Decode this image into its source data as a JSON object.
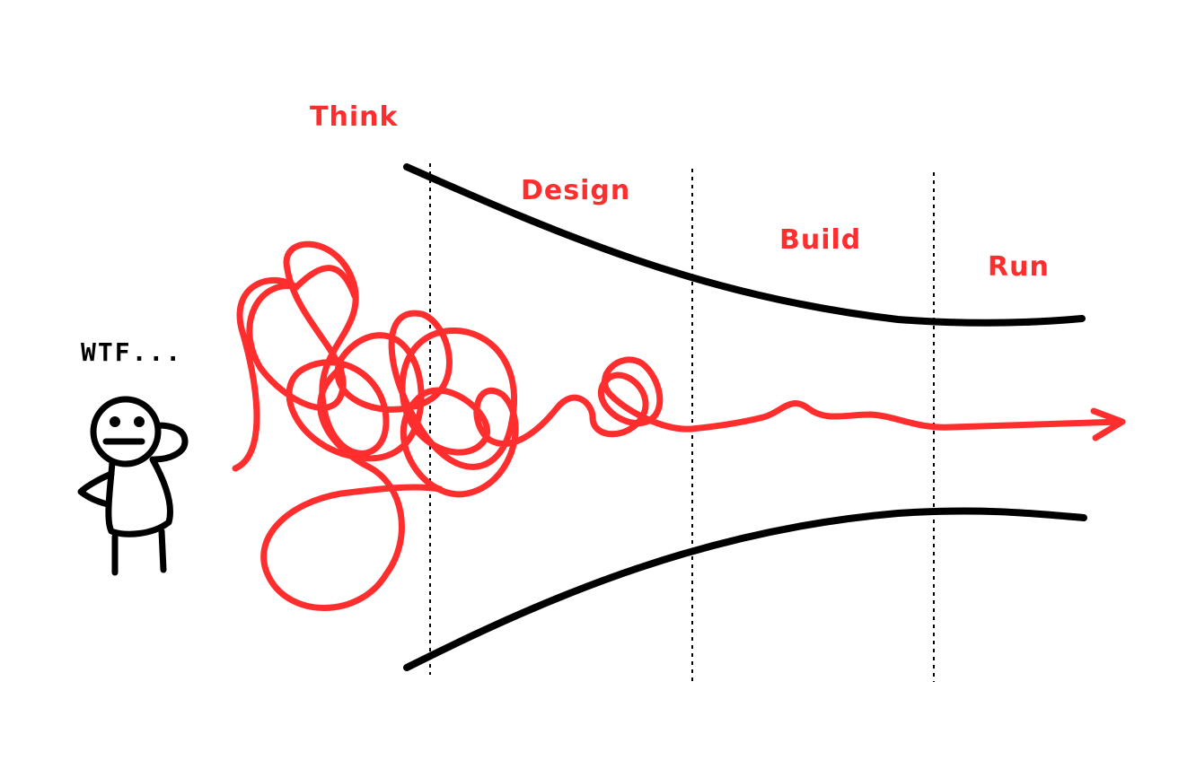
{
  "diagram": {
    "phases": [
      {
        "id": "think",
        "label": "Think"
      },
      {
        "id": "design",
        "label": "Design"
      },
      {
        "id": "build",
        "label": "Build"
      },
      {
        "id": "run",
        "label": "Run"
      }
    ],
    "character": {
      "speech": "WTF..."
    }
  },
  "colors": {
    "ink": "#000000",
    "accent": "#ff2e2e",
    "background": "#ffffff"
  }
}
